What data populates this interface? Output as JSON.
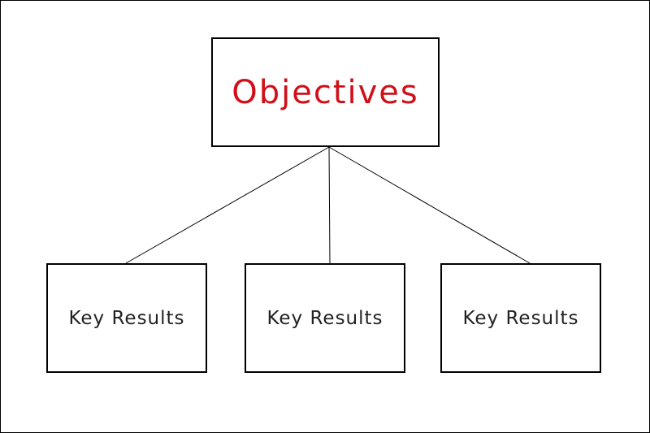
{
  "diagram": {
    "objective": {
      "label": "Objectives",
      "color": "#d10f18"
    },
    "key_results": [
      {
        "label": "Key Results"
      },
      {
        "label": "Key Results"
      },
      {
        "label": "Key Results"
      }
    ],
    "line_color": "#000000",
    "text_color": "#222222"
  }
}
